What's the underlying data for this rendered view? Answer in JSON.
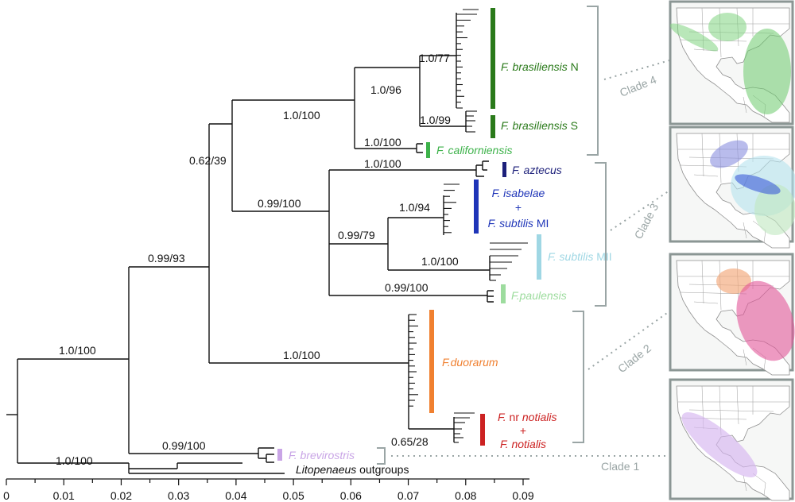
{
  "tree": {
    "support_values": {
      "root_main": "1.0/100",
      "outgroup": "1.0/100",
      "brevirostris": "0.99/100",
      "ingroup": "0.99/93",
      "upper": "0.62/39",
      "clade4": "1.0/100",
      "brasiliensis": "1.0/96",
      "brasiliensis_n": "1.0/77",
      "brasiliensis_s": "1.0/99",
      "californiensis": "1.0/100",
      "clade3": "0.99/100",
      "aztecus": "1.0/100",
      "clade3_inner": "0.99/79",
      "isabelae": "1.0/94",
      "subtilis_mii": "1.0/100",
      "paulensis": "0.99/100",
      "duorarum": "1.0/100",
      "notialis": "0.65/28"
    },
    "taxa": {
      "brasiliensis_n": {
        "genus": "F. brasiliensis",
        "suffix": " N",
        "color": "#2a7a1a"
      },
      "brasiliensis_s": {
        "genus": "F. brasiliensis",
        "suffix": " S",
        "color": "#2a7a1a"
      },
      "californiensis": {
        "genus": "F. californiensis",
        "color": "#3db24a"
      },
      "aztecus": {
        "genus": "F. aztecus",
        "color": "#1c1f7a"
      },
      "isabelae_1": "F. isabelae",
      "isabelae_plus": "+",
      "isabelae_2": "F. subtilis",
      "isabelae_suffix": " MI",
      "isabelae_color": "#1f35b8",
      "subtilis_mii": {
        "genus": "F. subtilis",
        "suffix": " MII",
        "color": "#9fd7e4"
      },
      "paulensis": {
        "genus": "F.paulensis",
        "color": "#9ddc9e"
      },
      "duorarum": {
        "genus": "F.duorarum",
        "color": "#f08030"
      },
      "notialis_1": "F.",
      "notialis_1b": " nr ",
      "notialis_1c": "notialis",
      "notialis_plus": "+",
      "notialis_2": "F. notialis",
      "notialis_color": "#cc2222",
      "brevirostris": {
        "genus": "F. brevirostris",
        "color": "#c9a5e6"
      },
      "outgroup_genus": "Litopenaeus",
      "outgroup_rest": " outgroups"
    }
  },
  "clades": {
    "clade4": "Clade 4",
    "clade3": "Clade 3",
    "clade2": "Clade 2",
    "clade1": "Clade 1"
  },
  "maps": {
    "clade4_colors": [
      "#7fd47f",
      "#6ccb6c"
    ],
    "clade3_colors": [
      "#8b8fe0",
      "#b5e2ee",
      "#bfe8c0",
      "#3c5bd8"
    ],
    "clade2_colors": [
      "#f3a77a",
      "#e3579a"
    ],
    "clade1_colors": [
      "#d5b6ef"
    ]
  },
  "axis": {
    "min": 0,
    "max": 0.09,
    "ticks": [
      "0",
      "0.01",
      "0.02",
      "0.03",
      "0.04",
      "0.05",
      "0.06",
      "0.07",
      "0.08",
      "0.09"
    ],
    "minor_step": 0.005
  }
}
